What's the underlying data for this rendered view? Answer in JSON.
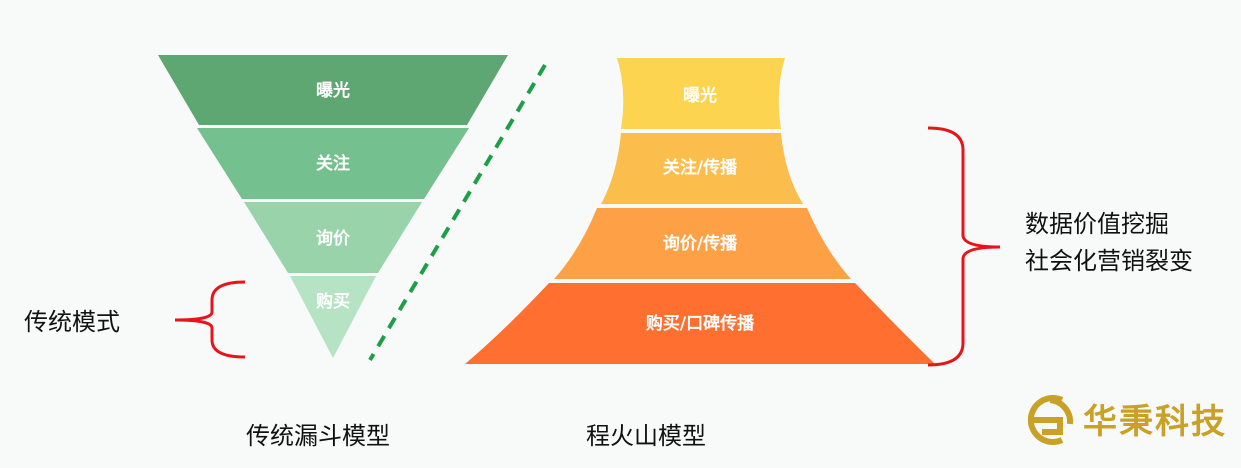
{
  "funnel": {
    "layers": [
      {
        "label": "曝光",
        "color": "#5ea672"
      },
      {
        "label": "关注",
        "color": "#74c08e"
      },
      {
        "label": "询价",
        "color": "#98d3aa"
      },
      {
        "label": "购买",
        "color": "#b6e3c4"
      }
    ],
    "side_label": "传统模式",
    "caption": "传统漏斗模型"
  },
  "volcano": {
    "layers": [
      {
        "label": "曝光",
        "color": "#fdd44f"
      },
      {
        "label": "关注/传播",
        "color": "#fbbd4c"
      },
      {
        "label": "询价/传播",
        "color": "#fea146"
      },
      {
        "label": "购买/口碑传播",
        "color": "#fe6f30"
      }
    ],
    "side_label_lines": [
      "数据价值挖掘",
      "社会化营销裂变"
    ],
    "caption": "程火山模型"
  },
  "colors": {
    "brace": "#e8141b",
    "divider": "#1e9e48",
    "logo": "#c9a126"
  },
  "logo": {
    "text": "华秉科技"
  }
}
